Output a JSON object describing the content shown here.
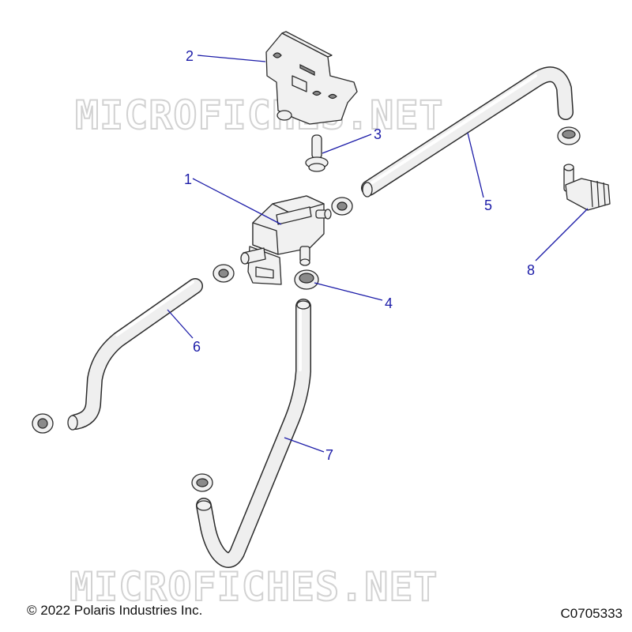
{
  "watermark": "MICROFICHES.NET",
  "copyright": "© 2022 Polaris Industries Inc.",
  "figure_code": "C0705333",
  "callouts": [
    {
      "id": "1",
      "label": "1"
    },
    {
      "id": "2",
      "label": "2"
    },
    {
      "id": "3",
      "label": "3"
    },
    {
      "id": "4",
      "label": "4"
    },
    {
      "id": "5",
      "label": "5"
    },
    {
      "id": "6",
      "label": "6"
    },
    {
      "id": "7",
      "label": "7"
    },
    {
      "id": "8",
      "label": "8"
    }
  ],
  "colors": {
    "callout": "#1c1ca8",
    "line": "#2a2a2a",
    "part": "#f1f1f1"
  }
}
